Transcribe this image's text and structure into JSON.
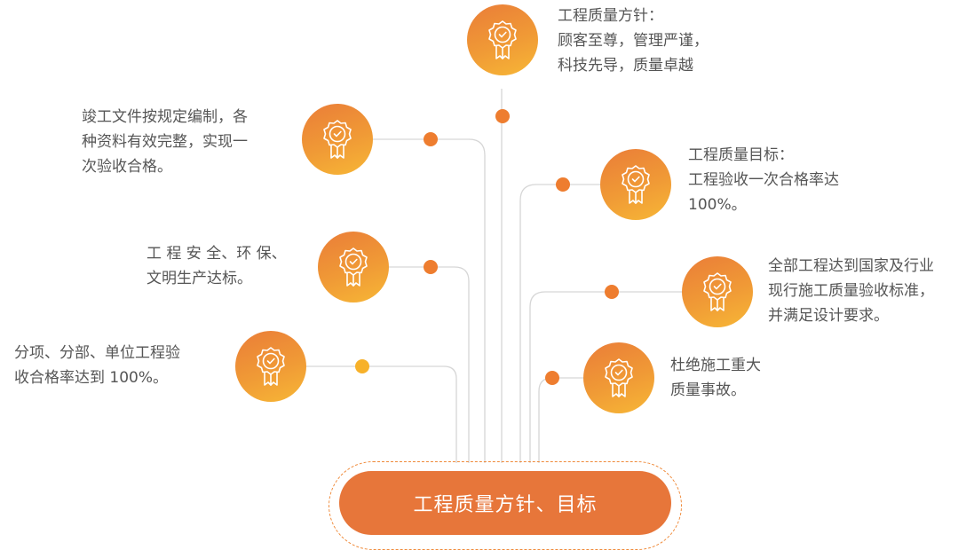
{
  "center": {
    "title": "工程质量方针、目标"
  },
  "items": [
    {
      "id": "quality-policy",
      "text": "工程质量方针：\n顾客至尊，管理严谨，\n科技先导，质量卓越"
    },
    {
      "id": "completion-docs",
      "text": "竣工文件按规定编制，各\n种资料有效完整，实现一\n次验收合格。"
    },
    {
      "id": "quality-goal",
      "text": "工程质量目标：\n工程验收一次合格率达\n100%。"
    },
    {
      "id": "safety-env",
      "text": "工 程 安 全、环 保、\n文明生产达标。"
    },
    {
      "id": "national-standard",
      "text": "全部工程达到国家及行业\n现行施工质量验收标准，\n并满足设计要求。"
    },
    {
      "id": "sub-item-pass",
      "text": "分项、分部、单位工程验\n收合格率达到 100%。"
    },
    {
      "id": "no-accidents",
      "text": "杜绝施工重大\n质量事故。"
    }
  ],
  "colors": {
    "accent": "#e7763a",
    "medal_top": "#ea7d38",
    "medal_bottom": "#f7b736",
    "dot_orange": "#ee7d2f",
    "dot_yellow": "#f7b12a",
    "line": "#d6d6d6",
    "text": "#555555"
  },
  "icon": "award-badge-icon"
}
